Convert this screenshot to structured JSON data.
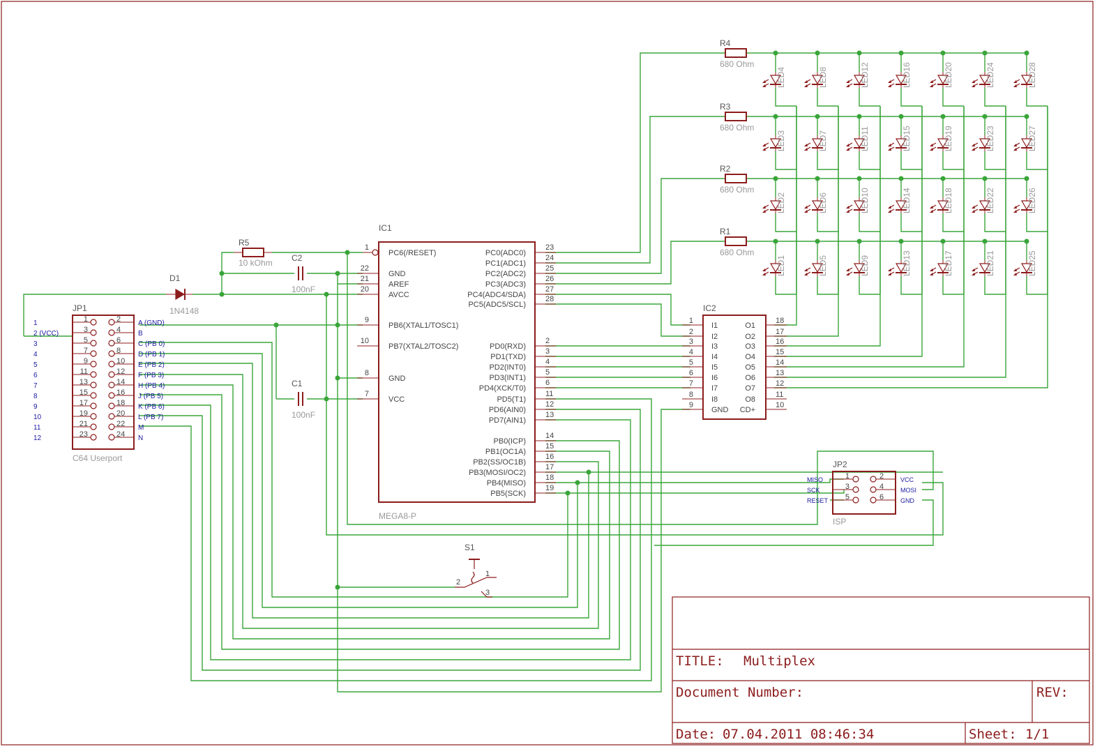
{
  "ic1": {
    "name": "IC1",
    "value": "MEGA8-P",
    "left": [
      {
        "pin": "1",
        "name": "PC6(/RESET)"
      },
      {
        "pin": "22",
        "name": "GND"
      },
      {
        "pin": "21",
        "name": "AREF"
      },
      {
        "pin": "20",
        "name": "AVCC"
      },
      {
        "pin": "9",
        "name": "PB6(XTAL1/TOSC1)"
      },
      {
        "pin": "10",
        "name": "PB7(XTAL2/TOSC2)"
      },
      {
        "pin": "8",
        "name": "GND"
      },
      {
        "pin": "7",
        "name": "VCC"
      }
    ],
    "right": [
      {
        "pin": "23",
        "name": "PC0(ADC0)"
      },
      {
        "pin": "24",
        "name": "PC1(ADC1)"
      },
      {
        "pin": "25",
        "name": "PC2(ADC2)"
      },
      {
        "pin": "26",
        "name": "PC3(ADC3)"
      },
      {
        "pin": "27",
        "name": "PC4(ADC4/SDA)"
      },
      {
        "pin": "28",
        "name": "PC5(ADC5/SCL)"
      },
      {
        "pin": "2",
        "name": "PD0(RXD)"
      },
      {
        "pin": "3",
        "name": "PD1(TXD)"
      },
      {
        "pin": "4",
        "name": "PD2(INT0)"
      },
      {
        "pin": "5",
        "name": "PD3(INT1)"
      },
      {
        "pin": "6",
        "name": "PD4(XCK/T0)"
      },
      {
        "pin": "11",
        "name": "PD5(T1)"
      },
      {
        "pin": "12",
        "name": "PD6(AIN0)"
      },
      {
        "pin": "13",
        "name": "PD7(AIN1)"
      },
      {
        "pin": "14",
        "name": "PB0(ICP)"
      },
      {
        "pin": "15",
        "name": "PB1(OC1A)"
      },
      {
        "pin": "16",
        "name": "PB2(SS/OC1B)"
      },
      {
        "pin": "17",
        "name": "PB3(MOSI/OC2)"
      },
      {
        "pin": "18",
        "name": "PB4(MISO)"
      },
      {
        "pin": "19",
        "name": "PB5(SCK)"
      }
    ]
  },
  "ic2": {
    "name": "IC2",
    "left": [
      {
        "pin": "1",
        "name": "I1"
      },
      {
        "pin": "2",
        "name": "I2"
      },
      {
        "pin": "3",
        "name": "I3"
      },
      {
        "pin": "4",
        "name": "I4"
      },
      {
        "pin": "5",
        "name": "I5"
      },
      {
        "pin": "6",
        "name": "I6"
      },
      {
        "pin": "7",
        "name": "I7"
      },
      {
        "pin": "8",
        "name": "I8"
      },
      {
        "pin": "9",
        "name": "GND"
      }
    ],
    "right": [
      {
        "pin": "18",
        "name": "O1"
      },
      {
        "pin": "17",
        "name": "O2"
      },
      {
        "pin": "16",
        "name": "O3"
      },
      {
        "pin": "15",
        "name": "O4"
      },
      {
        "pin": "14",
        "name": "O5"
      },
      {
        "pin": "13",
        "name": "O6"
      },
      {
        "pin": "12",
        "name": "O7"
      },
      {
        "pin": "11",
        "name": "O8"
      },
      {
        "pin": "10",
        "name": "CD+"
      }
    ]
  },
  "jp1": {
    "name": "JP1",
    "value": "C64 Userport",
    "left_pins": [
      "1",
      "3",
      "5",
      "7",
      "9",
      "11",
      "13",
      "15",
      "17",
      "19",
      "21",
      "23"
    ],
    "right_pins": [
      "2",
      "4",
      "6",
      "8",
      "10",
      "12",
      "14",
      "16",
      "18",
      "20",
      "22",
      "24"
    ],
    "outer_left": [
      "1",
      "2 (VCC)",
      "3",
      "4",
      "5",
      "6",
      "7",
      "8",
      "9",
      "10",
      "11",
      "12"
    ],
    "outer_right": [
      "A (GND)",
      "B",
      "C (PB 0)",
      "D (PB 1)",
      "E (PB 2)",
      "F (PB 3)",
      "H (PB 4)",
      "J (PB 5)",
      "K (PB 6)",
      "L (PB 7)",
      "M",
      "N"
    ]
  },
  "jp2": {
    "name": "JP2",
    "value": "ISP",
    "left_pins": [
      "1",
      "3",
      "5"
    ],
    "right_pins": [
      "2",
      "4",
      "6"
    ],
    "left_labels": [
      "MISO",
      "SCK",
      "RESET"
    ],
    "right_labels": [
      "VCC",
      "MOSI",
      "GND"
    ]
  },
  "resistors": [
    {
      "name": "R1",
      "value": "680 Ohm"
    },
    {
      "name": "R2",
      "value": "680 Ohm"
    },
    {
      "name": "R3",
      "value": "680 Ohm"
    },
    {
      "name": "R4",
      "value": "680 Ohm"
    },
    {
      "name": "R5",
      "value": "10 kOhm"
    }
  ],
  "capacitors": [
    {
      "name": "C1",
      "value": "100nF"
    },
    {
      "name": "C2",
      "value": "100nF"
    }
  ],
  "diode": {
    "name": "D1",
    "value": "1N4148"
  },
  "switch": {
    "name": "S1",
    "pins": [
      "1",
      "2",
      "3"
    ]
  },
  "leds": [
    [
      "LED4",
      "LED8",
      "LED12",
      "LED16",
      "LED20",
      "LED24",
      "LED28"
    ],
    [
      "LED3",
      "LED7",
      "LED11",
      "LED15",
      "LED19",
      "LED23",
      "LED27"
    ],
    [
      "LED2",
      "LED6",
      "LED10",
      "LED14",
      "LED18",
      "LED22",
      "LED26"
    ],
    [
      "LED1",
      "LED5",
      "LED9",
      "LED13",
      "LED17",
      "LED21",
      "LED25"
    ]
  ],
  "titleblock": {
    "title_label": "TITLE:",
    "title": "Multiplex",
    "docnum_label": "Document Number:",
    "rev_label": "REV:",
    "date_label": "Date:",
    "date": "07.04.2011 08:46:34",
    "sheet_label": "Sheet:",
    "sheet": "1/1"
  },
  "colors": {
    "symbol": "#8c1c1c",
    "wire": "#3aa53a",
    "label": "#999999",
    "net_label": "#1a1aa0"
  }
}
